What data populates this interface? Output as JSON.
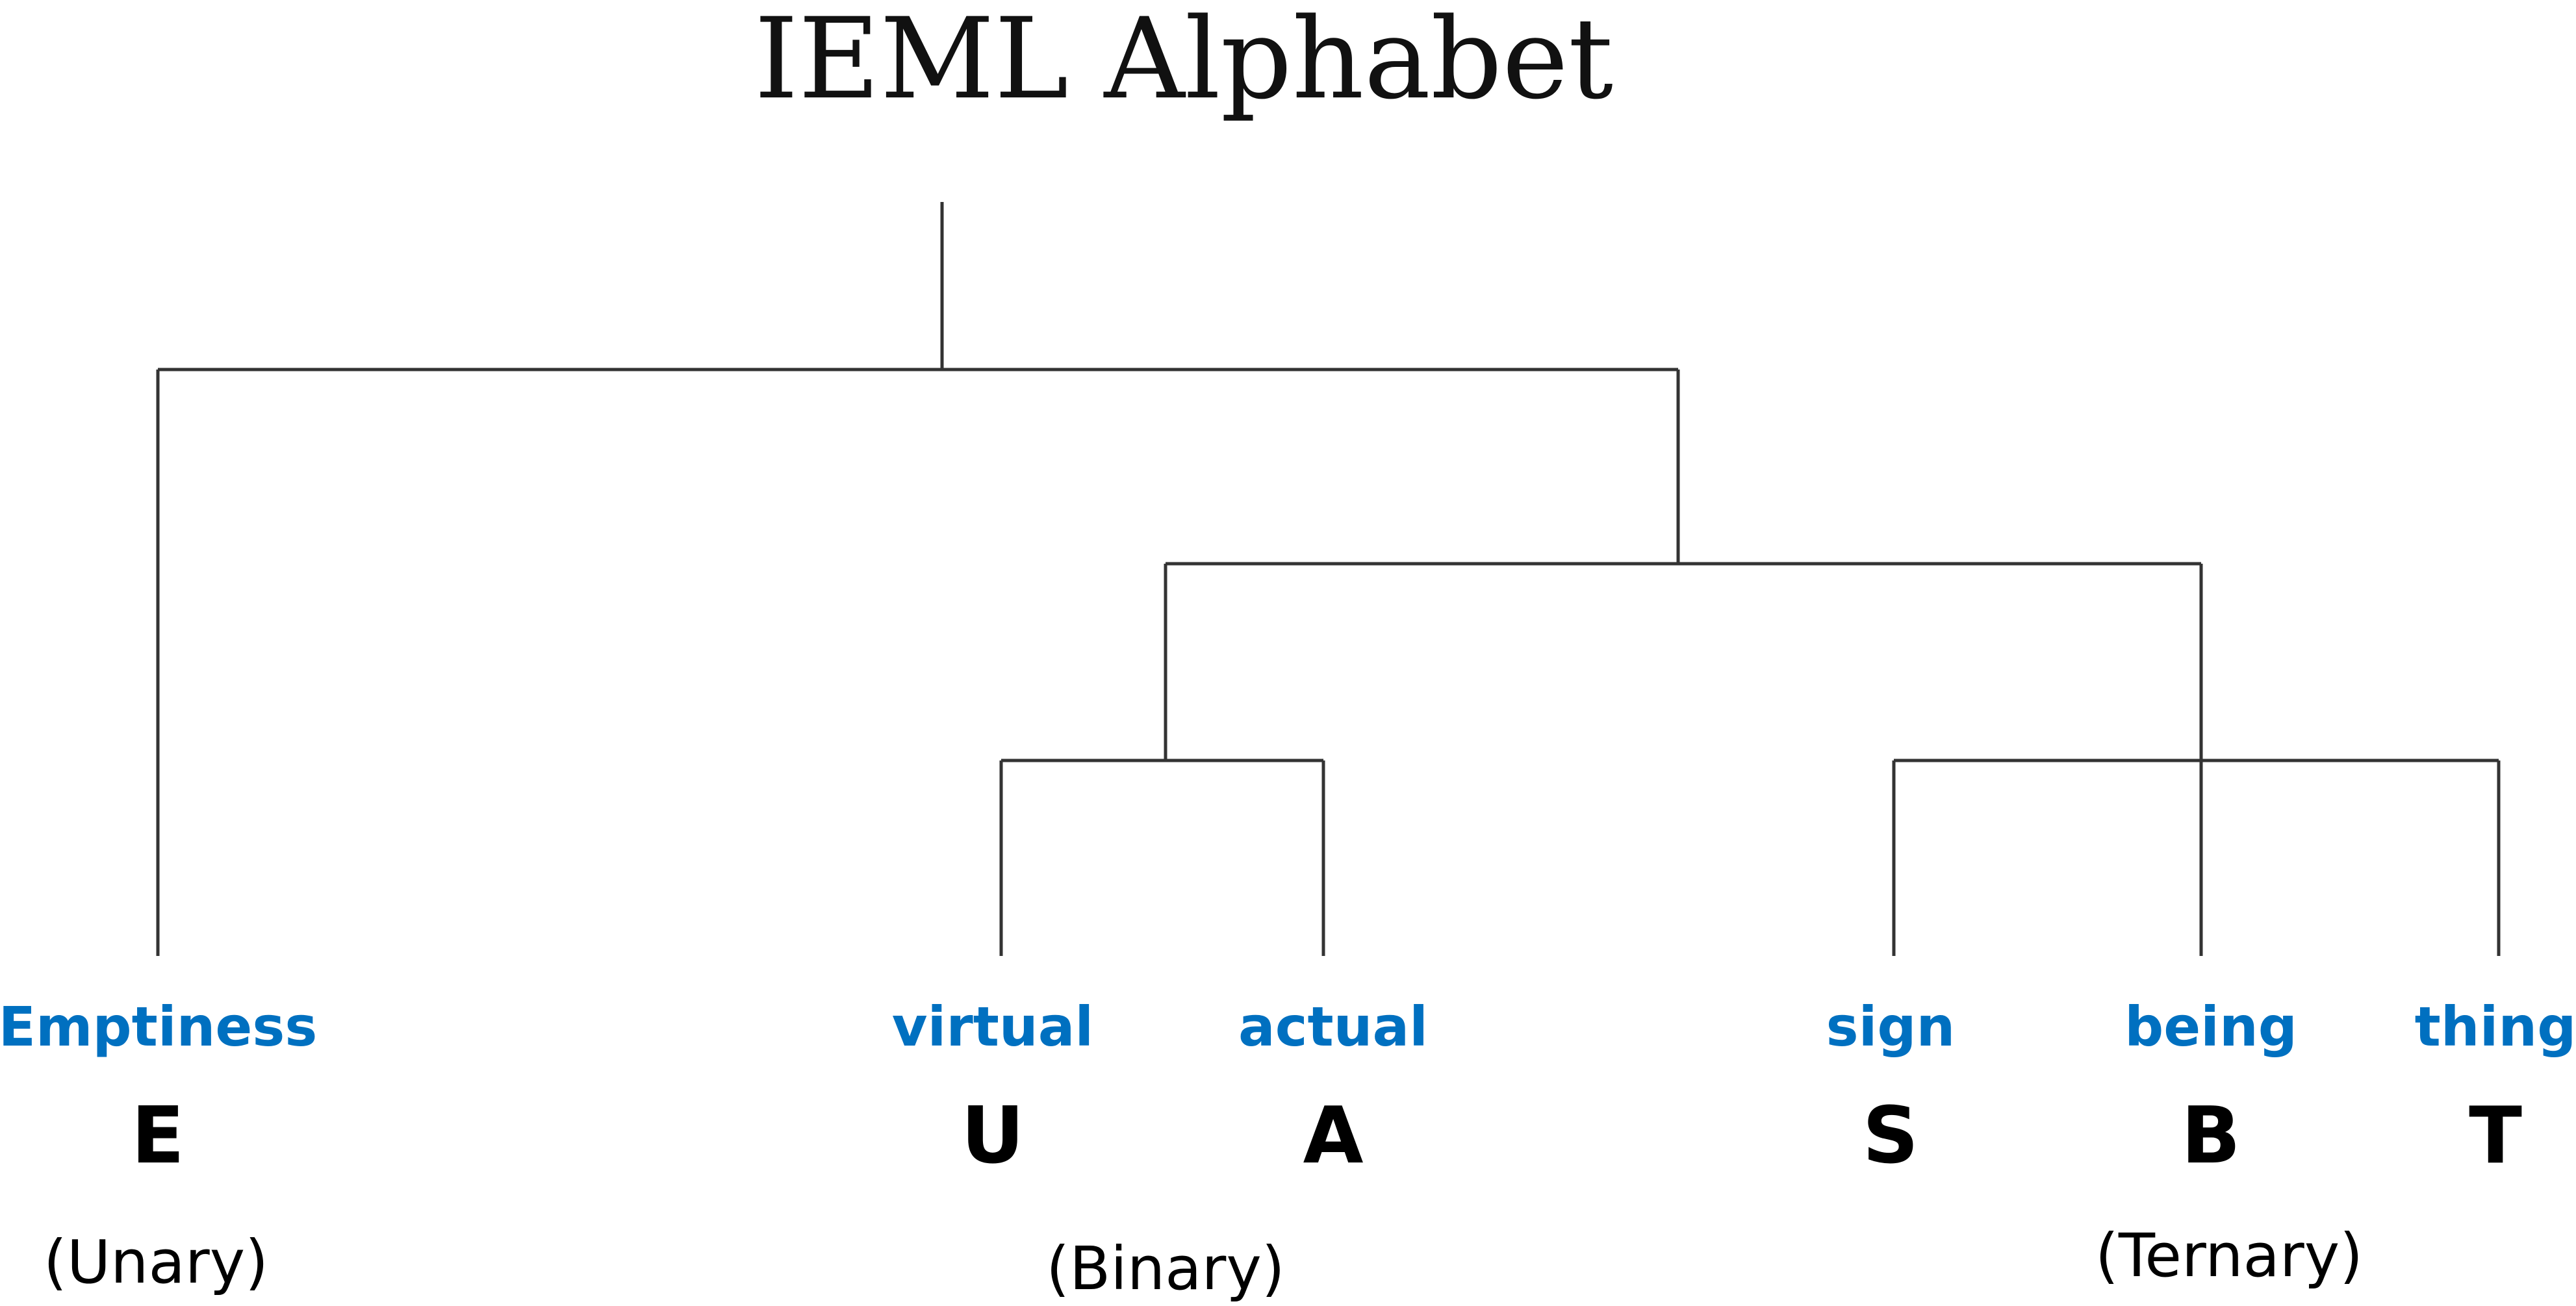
{
  "title": "IEML Alphabet",
  "colors": {
    "meaning": "#0070C0",
    "letter": "#000000",
    "edge": "#333333"
  },
  "leaves": [
    {
      "meaning": "Emptiness",
      "letter": "E"
    },
    {
      "meaning": "virtual",
      "letter": "U"
    },
    {
      "meaning": "actual",
      "letter": "A"
    },
    {
      "meaning": "sign",
      "letter": "S"
    },
    {
      "meaning": "being",
      "letter": "B"
    },
    {
      "meaning": "thing",
      "letter": "T"
    }
  ],
  "groups": [
    {
      "label": "(Unary)"
    },
    {
      "label": "(Binary)"
    },
    {
      "label": "(Ternary)"
    }
  ]
}
